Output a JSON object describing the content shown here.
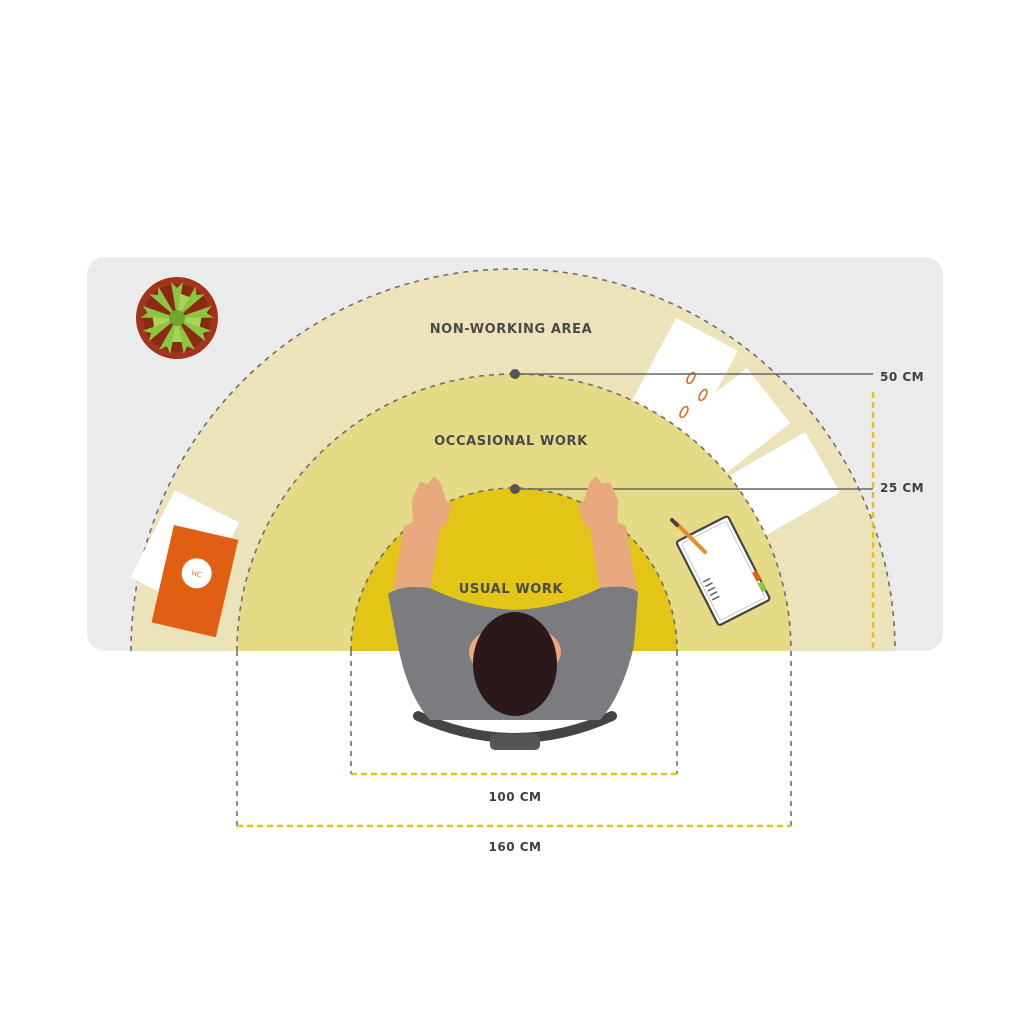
{
  "zones": {
    "non_working": "NON-WORKING AREA",
    "occasional": "OCCASIONAL WORK",
    "usual": "USUAL WORK"
  },
  "dimensions": {
    "depth_outer": "50 CM",
    "depth_inner": "25 CM",
    "width_inner": "100 CM",
    "width_outer": "160 CM"
  },
  "book": {
    "logo_text": "HC"
  },
  "colors": {
    "desk": "#ebebeb",
    "non_working_zone": "#ece3ba",
    "occasional_zone": "#e5da85",
    "usual_zone": "#e2c516",
    "dimension_line": "#e2c516",
    "book_cover": "#e15f12",
    "shirt": "#7b7c80",
    "skin": "#e8a97f",
    "hair": "#2b181a",
    "plant_leaf": "#8cc63f",
    "plant_pot": "#a2341c"
  }
}
